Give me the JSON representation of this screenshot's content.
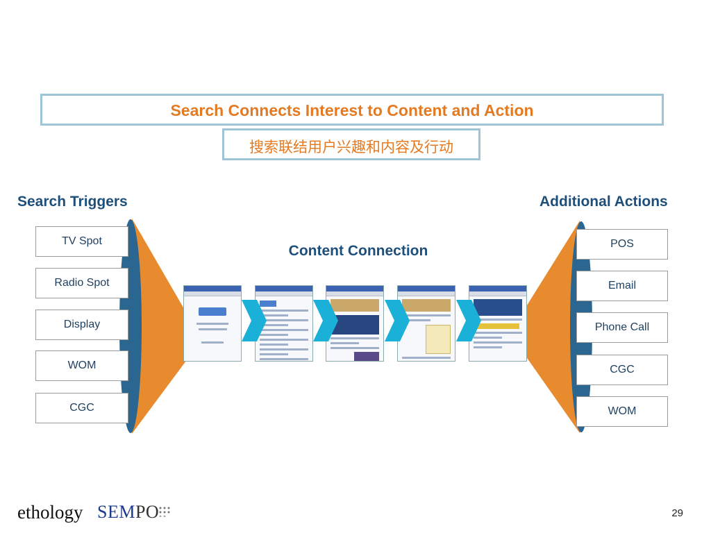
{
  "title": "Search Connects Interest to Content and Action",
  "subtitle": "搜索联结用户兴趣和内容及行动",
  "left_heading": "Search Triggers",
  "right_heading": "Additional Actions",
  "center_heading": "Content Connection",
  "triggers": [
    "TV Spot",
    "Radio Spot",
    "Display",
    "WOM",
    "CGC"
  ],
  "actions": [
    "POS",
    "Email",
    "Phone Call",
    "CGC",
    "WOM"
  ],
  "screenshots": [
    "google-search-page",
    "search-results-page",
    "landing-page",
    "form-page",
    "confirmation-page"
  ],
  "colors": {
    "accent": "#e47a22",
    "navy": "#1e4f7a",
    "funnel_blue": "#2b6690",
    "arrow_cyan": "#1ab0d8",
    "frame": "#9ec4d8"
  },
  "footer": {
    "logo_left": "ethology",
    "logo_sem": "SEM",
    "logo_po": "PO",
    "page_number": "29"
  }
}
